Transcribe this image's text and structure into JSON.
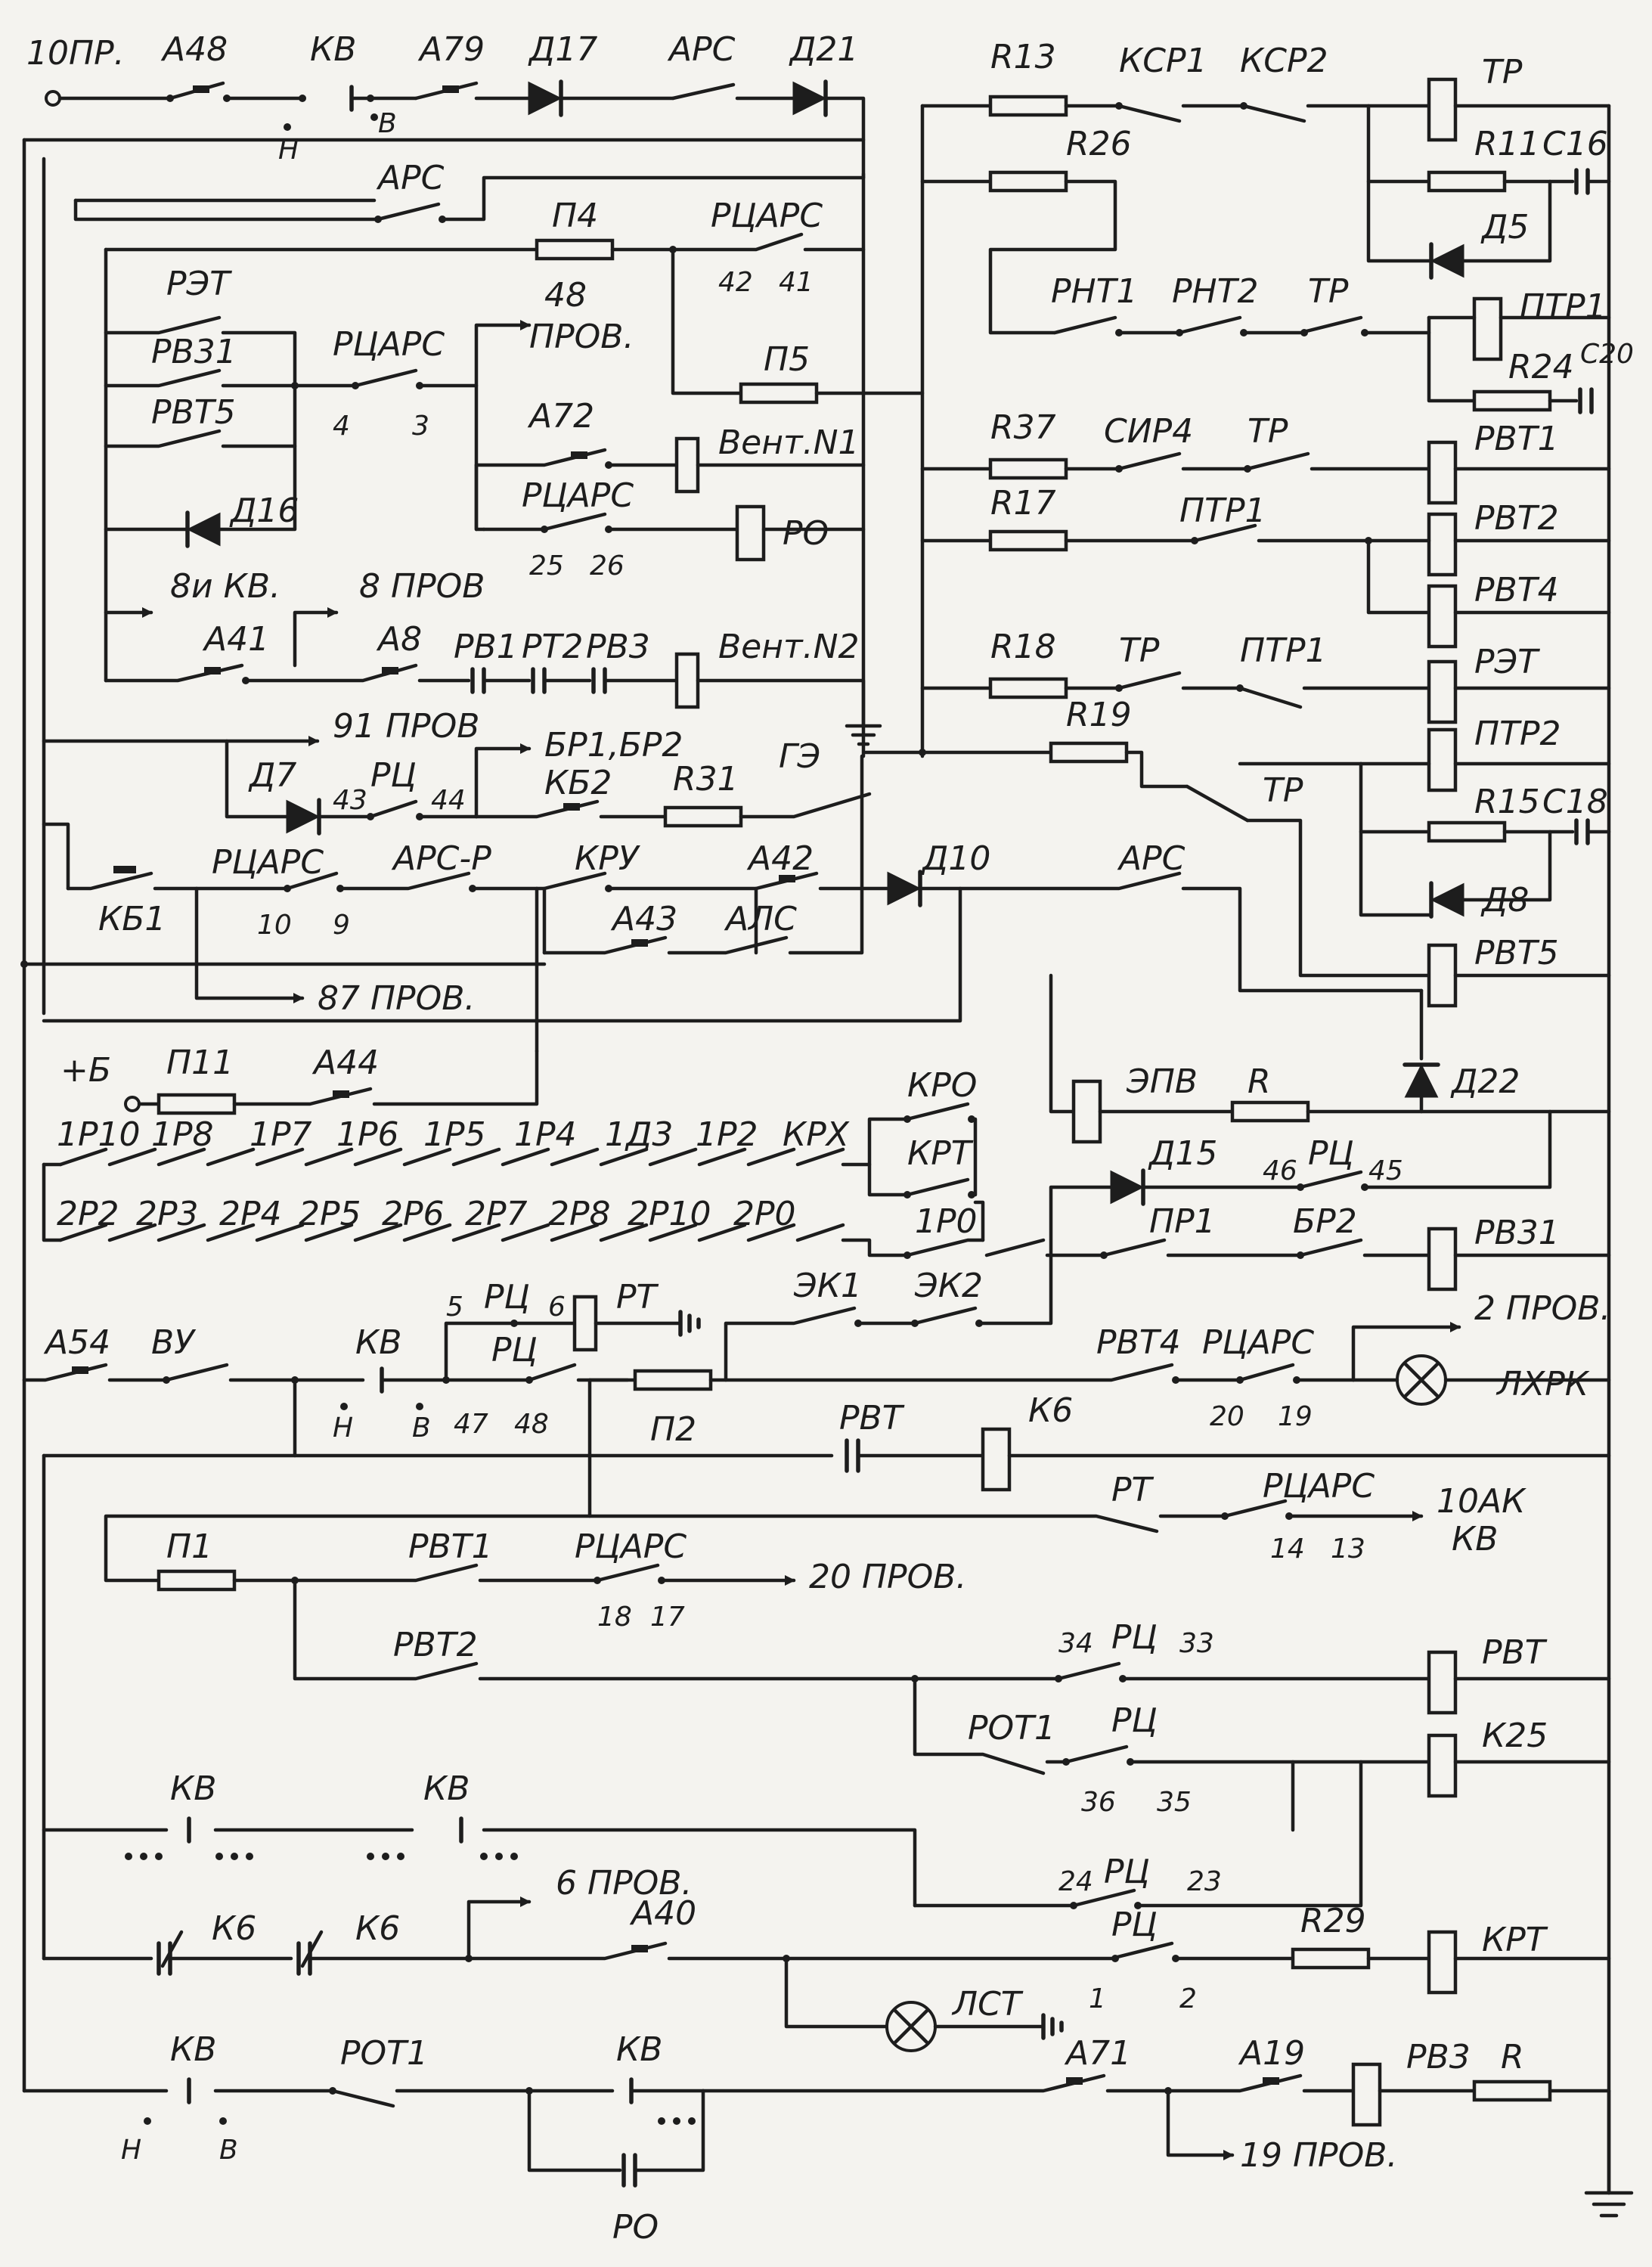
{
  "labels": {
    "l_10pr": "10ПР.",
    "l_a48": "А48",
    "l_kv_top": "КВ",
    "l_a79": "А79",
    "l_d17": "Д17",
    "l_ars_top": "АРС",
    "l_d21": "Д21",
    "l_h1": "Н",
    "l_b1": "В",
    "l_ars2": "АРС",
    "l_p4": "П4",
    "l_rcars1": "РЦАРС",
    "n_42": "42",
    "n_41": "41",
    "l_ret": "РЭТ",
    "l_rv31": "РВ31",
    "l_rvt5": "РВТ5",
    "l_rcars2": "РЦАРС",
    "n_4": "4",
    "n_3": "3",
    "l_48prov": "48",
    "l_48prov2": "ПРОВ.",
    "l_p5": "П5",
    "l_a72": "А72",
    "l_vent1": "Вент.N1",
    "l_rcars3": "РЦАРС",
    "l_ro": "РО",
    "n_25": "25",
    "n_26": "26",
    "l_d16": "Д16",
    "l_8ikv": "8и КВ.",
    "l_8prov": "8 ПРОВ",
    "l_a41": "А41",
    "l_a8": "А8",
    "l_rv1": "РВ1",
    "l_rt2": "РТ2",
    "l_rv3": "РВ3",
    "l_vent2": "Вент.N2",
    "l_91prov": "91 ПРОВ",
    "l_d7": "Д7",
    "n_43": "43",
    "l_rc1": "РЦ",
    "n_44": "44",
    "l_br12": "БР1,БР2",
    "l_kb2": "КБ2",
    "l_r31": "R31",
    "l_ge": "ГЭ",
    "l_kb1": "КБ1",
    "l_rcars4": "РЦАРС",
    "n_10": "10",
    "n_9": "9",
    "l_arsr": "АРС-Р",
    "l_kru": "КРУ",
    "l_a42": "А42",
    "l_d10": "Д10",
    "l_ars3": "АРС",
    "l_a43": "А43",
    "l_als": "АЛС",
    "l_87prov": "87 ПРОВ.",
    "l_r13": "R13",
    "l_ksr1": "КСР1",
    "l_ksr2": "КСР2",
    "l_tr1": "ТР",
    "l_r26": "R26",
    "l_r11": "R11",
    "l_c16": "С16",
    "l_d5": "Д5",
    "l_rnt1": "РНТ1",
    "l_rnt2": "РНТ2",
    "l_tr2": "ТР",
    "l_ptr1a": "ПТР1",
    "l_r24": "R24",
    "l_c20": "С20",
    "l_r37": "R37",
    "l_sir4": "СИР4",
    "l_tr3": "ТР",
    "l_rvt1a": "РВТ1",
    "l_r17": "R17",
    "l_ptr1b": "ПТР1",
    "l_rvt2a": "РВТ2",
    "l_rvt4a": "РВТ4",
    "l_r18": "R18",
    "l_tr4": "ТР",
    "l_ptr1c": "ПТР1",
    "l_reta": "РЭТ",
    "l_r19": "R19",
    "l_ptr2": "ПТР2",
    "l_tr5": "ТР",
    "l_r15": "R15",
    "l_c18": "С18",
    "l_d8": "Д8",
    "l_rvt5a": "РВТ5",
    "l_epv": "ЭПВ",
    "l_r": "R",
    "l_d22": "Д22",
    "l_plusb": "+Б",
    "l_p11": "П11",
    "l_a44": "А44",
    "l_kro": "КРО",
    "l_krt": "КРТ",
    "l_1r10": "1Р10",
    "l_1r8": "1Р8",
    "l_1r7": "1Р7",
    "l_1r6": "1Р6",
    "l_1r5": "1Р5",
    "l_1r4": "1Р4",
    "l_1d3": "1Д3",
    "l_1r2": "1Р2",
    "l_krh": "КРХ",
    "l_d15": "Д15",
    "n_46": "46",
    "l_rc2": "РЦ",
    "n_45": "45",
    "l_2r2": "2Р2",
    "l_2r3": "2Р3",
    "l_2r4": "2Р4",
    "l_2r5": "2Р5",
    "l_2r6": "2Р6",
    "l_2r7": "2Р7",
    "l_2r8": "2Р8",
    "l_2r10": "2Р10",
    "l_2r0": "2Р0",
    "l_1r0": "1Р0",
    "l_pr1": "ПР1",
    "l_br2": "БР2",
    "l_rv31a": "РВ31",
    "l_a54": "А54",
    "l_vu": "ВУ",
    "l_kv2": "КВ",
    "n_5": "5",
    "l_rc3": "РЦ",
    "n_6": "6",
    "l_rt": "РТ",
    "l_ek1": "ЭК1",
    "l_ek2": "ЭК2",
    "l_2prov": "2 ПРОВ.",
    "l_h2": "Н",
    "l_b2": "В",
    "l_rc4": "РЦ",
    "n_47": "47",
    "n_48": "48",
    "l_p2": "П2",
    "l_rvt4": "РВТ4",
    "l_rcars5": "РЦАРС",
    "n_20": "20",
    "n_19": "19",
    "l_lhrk": "ЛХРК",
    "l_rvt_c": "РВТ",
    "l_k6": "К6",
    "l_rt2b": "РТ",
    "l_rcars6": "РЦАРС",
    "n_14": "14",
    "n_13": "13",
    "l_10ak": "10АК",
    "l_10akkv": "КВ",
    "l_p1": "П1",
    "l_rvt1": "РВТ1",
    "l_rcars7": "РЦАРС",
    "n_18": "18",
    "n_17": "17",
    "l_20prov": "20 ПРОВ.",
    "l_rvt2": "РВТ2",
    "n_34": "34",
    "l_rc5": "РЦ",
    "n_33": "33",
    "l_rvt_coil": "РВТ",
    "l_rot1": "РОТ1",
    "l_rc6": "РЦ",
    "n_36": "36",
    "n_35": "35",
    "l_k25": "К25",
    "l_kv3": "КВ",
    "l_kv4": "КВ",
    "n_24": "24",
    "l_rc7": "РЦ",
    "n_23": "23",
    "l_6prov": "6 ПРОВ.",
    "l_k6a": "К6",
    "l_k6b": "К6",
    "l_a40": "А40",
    "l_rc8": "РЦ",
    "n_1": "1",
    "n_2": "2",
    "l_r29": "R29",
    "l_krt2": "КРТ",
    "l_lst": "ЛСТ",
    "l_kv5": "КВ",
    "l_rot1b": "РОТ1",
    "l_kv6": "КВ",
    "l_a71": "А71",
    "l_a19": "А19",
    "l_rv3b": "РВ3",
    "l_rb": "R",
    "l_h3": "Н",
    "l_b3": "В",
    "l_19prov": "19 ПРОВ.",
    "l_ro2": "РО"
  }
}
